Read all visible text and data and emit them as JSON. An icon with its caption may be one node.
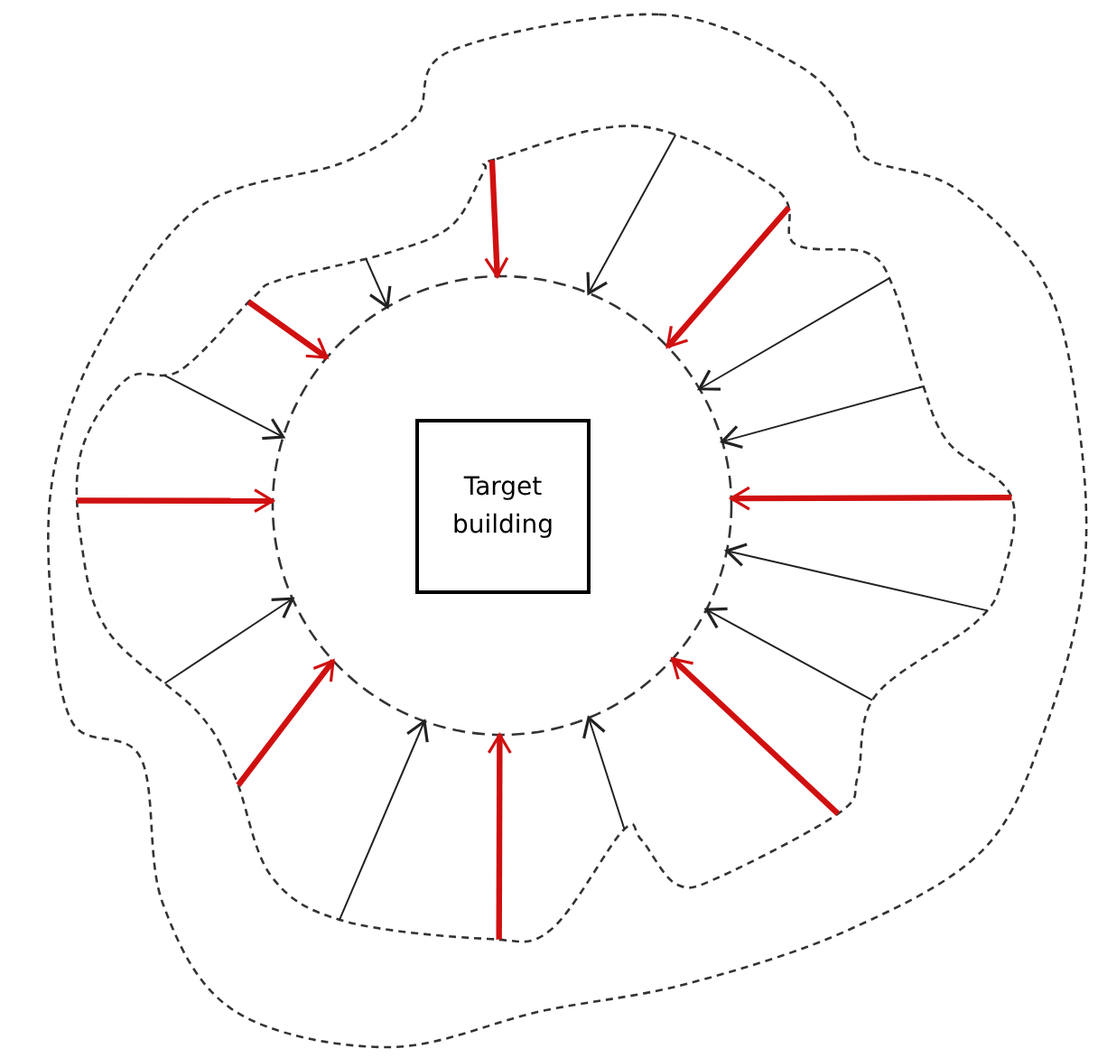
{
  "diagram": {
    "nodes": [
      {
        "text": [],
        "shape": "blob"
      },
      {
        "text": [],
        "shape": "blob",
        "in": 0
      },
      {
        "text": [],
        "shape": "circle",
        "in": 1
      },
      {
        "text": [
          "Target building"
        ],
        "in": 2
      }
    ],
    "edges": [
      {
        "from": 1,
        "to": 2,
        "arrow": "to",
        "style": "thick",
        "color": "#d01010"
      },
      {
        "from": 1,
        "to": 2,
        "arrow": "to"
      },
      {
        "from": 1,
        "to": 2,
        "arrow": "to",
        "style": "thick",
        "color": "#d01010"
      },
      {
        "from": 1,
        "to": 2,
        "arrow": "to"
      },
      {
        "from": 1,
        "to": 2,
        "arrow": "to"
      },
      {
        "from": 1,
        "to": 2,
        "arrow": "to",
        "style": "thick",
        "color": "#d01010"
      },
      {
        "from": 1,
        "to": 2,
        "arrow": "to"
      },
      {
        "from": 1,
        "to": 2,
        "arrow": "to"
      },
      {
        "from": 1,
        "to": 2,
        "arrow": "to",
        "style": "thick",
        "color": "#d01010"
      },
      {
        "from": 1,
        "to": 2,
        "arrow": "to"
      },
      {
        "from": 1,
        "to": 2,
        "arrow": "to",
        "style": "thick",
        "color": "#d01010"
      },
      {
        "from": 1,
        "to": 2,
        "arrow": "to"
      },
      {
        "from": 1,
        "to": 2,
        "arrow": "to",
        "style": "thick",
        "color": "#d01010"
      },
      {
        "from": 1,
        "to": 2,
        "arrow": "to"
      },
      {
        "from": 1,
        "to": 2,
        "arrow": "to",
        "style": "thick",
        "color": "#d01010"
      },
      {
        "from": 1,
        "to": 2,
        "arrow": "to"
      },
      {
        "from": 1,
        "to": 2,
        "arrow": "to",
        "style": "thick",
        "color": "#d01010"
      },
      {
        "from": 1,
        "to": 2,
        "arrow": "to"
      }
    ]
  }
}
